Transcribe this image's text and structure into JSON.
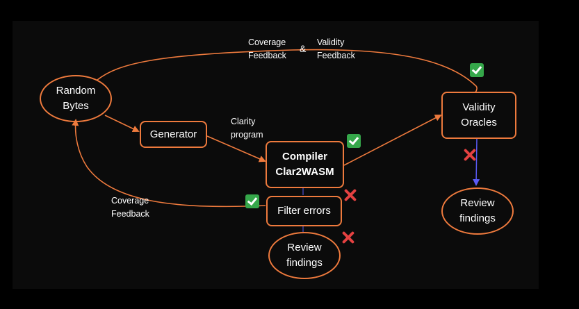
{
  "colors": {
    "background": "#000000",
    "panel": "#0b0b0b",
    "node_border": "#ee7a3d",
    "arrow": "#ee7a3d",
    "blue_arrow": "#5b5bf5",
    "check": "#35a74a",
    "cross": "#e54141",
    "text": "#ffffff"
  },
  "nodes": {
    "random_bytes": [
      "Random",
      "Bytes"
    ],
    "generator": "Generator",
    "compiler": [
      "Compiler",
      "Clar2WASM"
    ],
    "filter_errors": "Filter errors",
    "review_findings_bottom": [
      "Review",
      "findings"
    ],
    "validity_oracles": [
      "Validity",
      "Oracles"
    ],
    "review_findings_right": [
      "Review",
      "findings"
    ]
  },
  "labels": {
    "coverage_feedback_top": [
      "Coverage",
      "Feedback"
    ],
    "ampersand": "&",
    "validity_feedback": [
      "Validity",
      "Feedback"
    ],
    "clarity_program": [
      "Clarity",
      "program"
    ],
    "coverage_feedback_left": [
      "Coverage",
      "Feedback"
    ]
  },
  "marks": {
    "check_icon": "check-icon",
    "cross_icon": "cross-icon"
  }
}
